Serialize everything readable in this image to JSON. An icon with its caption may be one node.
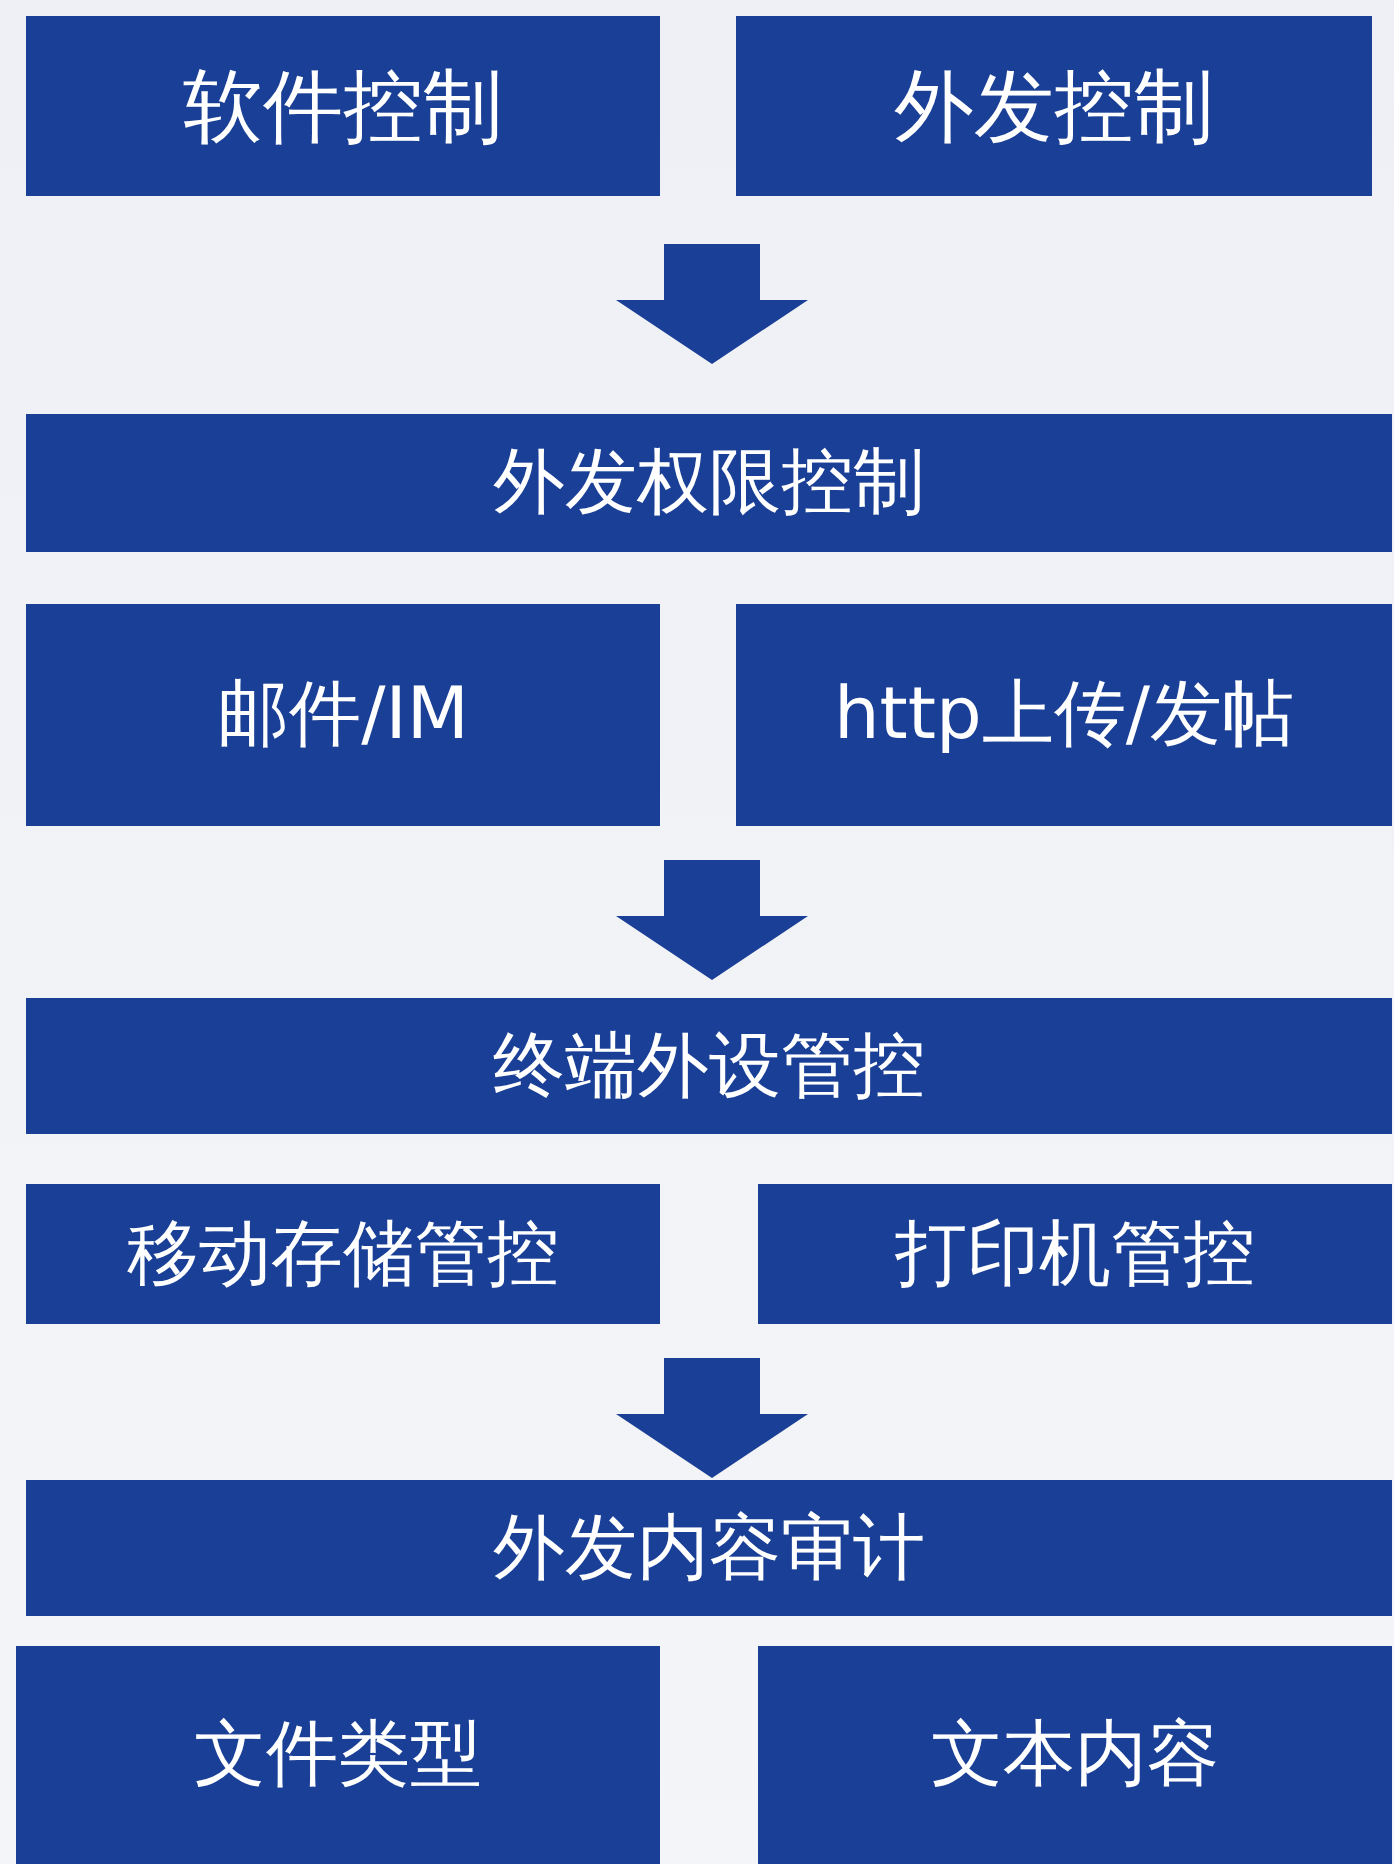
{
  "diagram": {
    "nodes": [
      {
        "text": [
          "软件控制"
        ]
      },
      {
        "text": [
          "外发控制"
        ]
      },
      {
        "text": [
          "外发权限控制"
        ]
      },
      {
        "text": [
          "邮件/IM"
        ]
      },
      {
        "text": [
          "http上传/发帖"
        ]
      },
      {
        "text": [
          "终端外设管控"
        ]
      },
      {
        "text": [
          "移动存储管控"
        ]
      },
      {
        "text": [
          "打印机管控"
        ]
      },
      {
        "text": [
          "外发内容审计"
        ]
      },
      {
        "text": [
          "文件类型"
        ]
      },
      {
        "text": [
          "文本内容"
        ]
      }
    ],
    "edges": [
      {
        "from": 0,
        "to": 2,
        "arrow": "to"
      },
      {
        "from": 1,
        "to": 2,
        "arrow": "to"
      },
      {
        "from": 3,
        "to": 5,
        "arrow": "to"
      },
      {
        "from": 4,
        "to": 5,
        "arrow": "to"
      },
      {
        "from": 6,
        "to": 8,
        "arrow": "to"
      },
      {
        "from": 7,
        "to": 8,
        "arrow": "to"
      }
    ]
  }
}
